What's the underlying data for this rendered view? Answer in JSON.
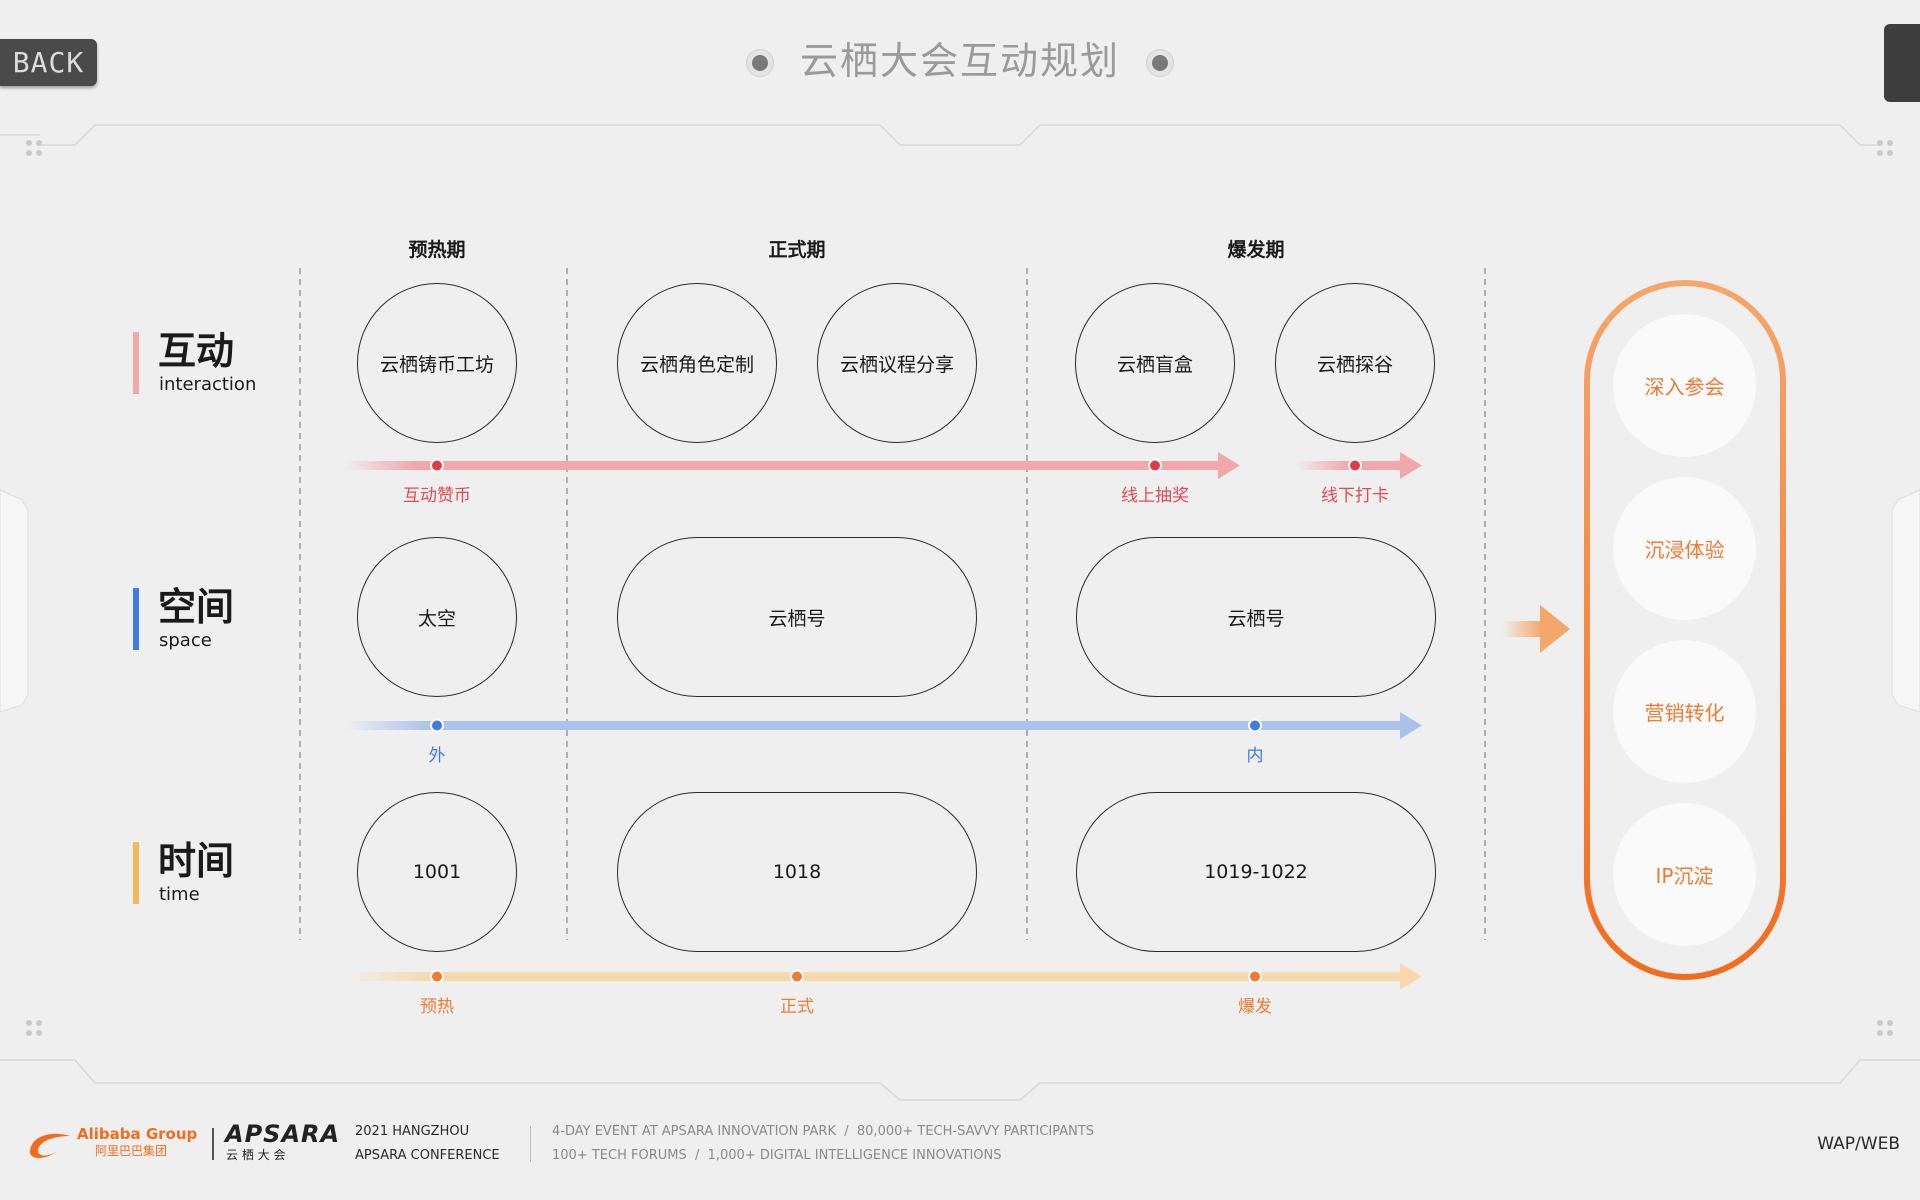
{
  "header": {
    "back_label": "BACK",
    "title": "云栖大会互动规划"
  },
  "phases": [
    "预热期",
    "正式期",
    "爆发期"
  ],
  "rows": [
    {
      "zh": "互动",
      "en": "interaction",
      "color": "#f2a7ad"
    },
    {
      "zh": "空间",
      "en": "space",
      "color": "#3f7be0"
    },
    {
      "zh": "时间",
      "en": "time",
      "color": "#f6b75a"
    }
  ],
  "interaction": {
    "nodes": [
      "云栖铸币工坊",
      "云栖角色定制",
      "云栖议程分享",
      "云栖盲盒",
      "云栖探谷"
    ],
    "labels": [
      "互动赞币",
      "线上抽奖",
      "线下打卡"
    ],
    "color": "#f2a7ad",
    "dot": "#e23c48",
    "text": "#e04a55"
  },
  "space": {
    "nodes": [
      "太空",
      "云栖号",
      "云栖号"
    ],
    "labels": [
      "外",
      "内"
    ],
    "color": "#a9c3ee",
    "dot": "#3f7be0",
    "text": "#3f7be0"
  },
  "time": {
    "nodes": [
      "1001",
      "1018",
      "1019-1022"
    ],
    "labels": [
      "预热",
      "正式",
      "爆发"
    ],
    "color": "#f7d7ad",
    "dot": "#f07a32",
    "text": "#f07a32"
  },
  "outcomes": [
    "深入参会",
    "沉浸体验",
    "营销转化",
    "IP沉淀"
  ],
  "accent": "#f07a32",
  "footer": {
    "brand": "Alibaba Group",
    "brand_zh": "阿里巴巴集团",
    "apsara": "APSARA",
    "apsara_zh": "云 栖 大 会",
    "event_line1": "2021 HANGZHOU",
    "event_line2": "APSARA CONFERENCE",
    "desc_line1": "4-DAY EVENT AT APSARA INNOVATION PARK  /  80,000+ TECH-SAVVY PARTICIPANTS",
    "desc_line2": "100+ TECH FORUMS  /  1,000+ DIGITAL INTELLIGENCE INNOVATIONS",
    "platform": "WAP/WEB"
  }
}
